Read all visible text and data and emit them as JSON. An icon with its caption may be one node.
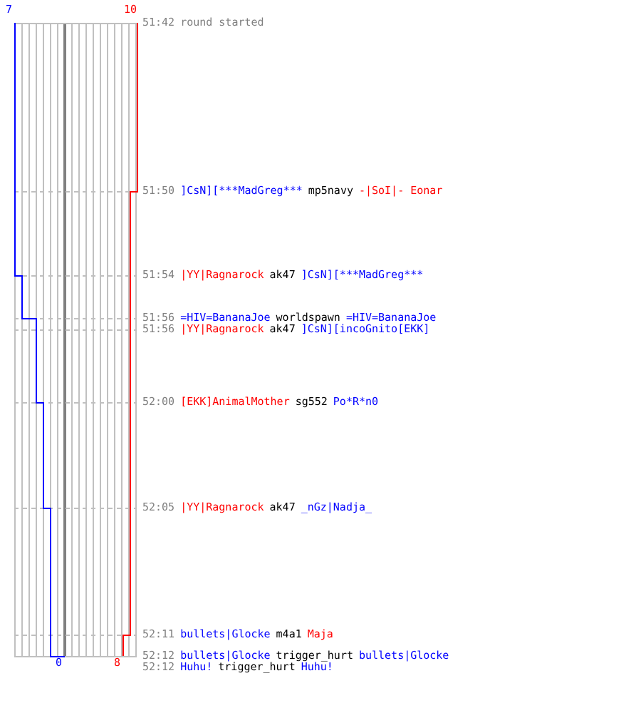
{
  "diagram": {
    "labels": [
      "7",
      "10",
      "51:42",
      "round started",
      "51:50",
      "]CsN][***MadGreg***",
      "mp5navy",
      "-|SoI|- Eonar",
      "51:54",
      "|YY|Ragnarock",
      "ak47",
      "]CsN][***MadGreg***",
      "51:56",
      "=HIV=BananaJoe",
      "worldspawn",
      "=HIV=BananaJoe",
      "51:56",
      "|YY|Ragnarock",
      "ak47",
      "]CsN][incoGnito[EKK]",
      "52:00",
      "[EKK]AnimalMother",
      "sg552",
      "Po*R*n0",
      "52:05",
      "|YY|Ragnarock",
      "ak47",
      "_nGz|Nadja_",
      "52:11",
      "bullets|Glocke",
      "m4a1",
      "Maja",
      "52:12",
      "bullets|Glocke",
      "trigger_hurt",
      "bullets|Glocke",
      "0",
      "8",
      "52:12",
      "Huhu!",
      "trigger_hurt",
      "Huhu!"
    ]
  }
}
